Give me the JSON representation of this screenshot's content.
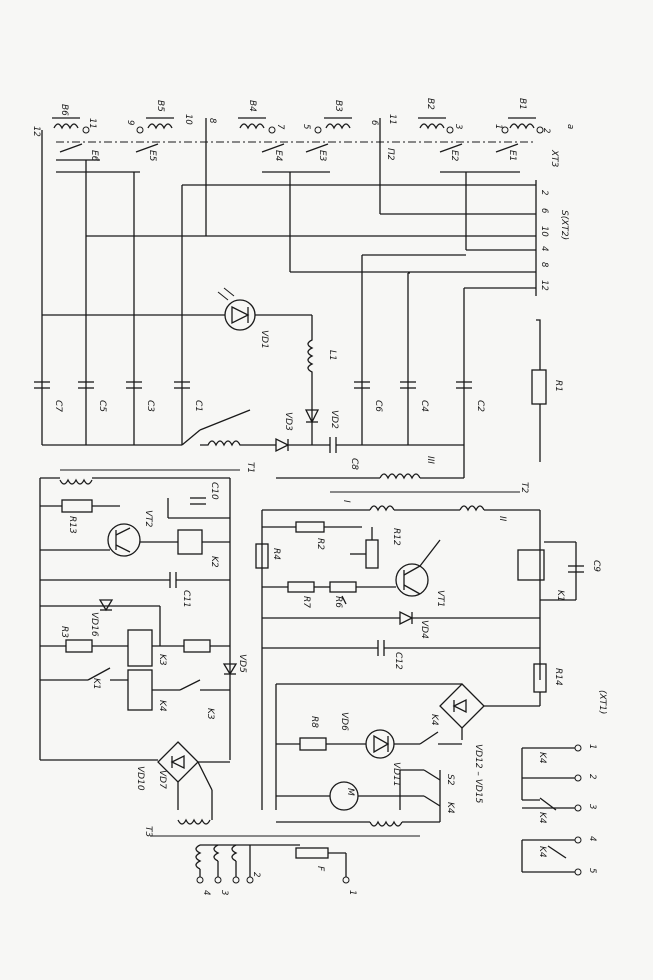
{
  "coils_top": [
    "В6",
    "В5",
    "В4",
    "В3",
    "В2",
    "В1"
  ],
  "pins_top": [
    "12",
    "11",
    "9",
    "10",
    "8",
    "7",
    "5",
    "6",
    "11",
    "3",
    "1",
    "2",
    "a"
  ],
  "sensors": [
    "E6",
    "E5",
    "E4",
    "E3",
    "E2",
    "E1"
  ],
  "p2": "П2",
  "xt3": "XT3",
  "xt2": "S(XT2)",
  "xt2_pins": [
    "2",
    "6",
    "10",
    "4",
    "8",
    "12"
  ],
  "caps_top": [
    "C7",
    "C5",
    "C3",
    "C1",
    "C6",
    "C4",
    "C2"
  ],
  "vd1": "VD1",
  "l1": "L1",
  "r1": "R1",
  "vd2": "VD2",
  "vd3": "VD3",
  "c8": "C8",
  "t1": "T1",
  "t2": "T2",
  "iii": "III",
  "ctrl_left": {
    "c10": "C10",
    "r13": "R13",
    "vt2": "VT2",
    "k2": "K2",
    "c11": "C11",
    "vd16": "VD16",
    "r3": "R3",
    "k3": "K3",
    "vd5": "VD5",
    "k1": "K1",
    "k4": "K4",
    "k3b": "K3",
    "vd7": "VD7",
    "vd10": "VD10",
    "t3": "T3"
  },
  "ctrl_right": {
    "i": "I",
    "ii": "II",
    "r2": "R2",
    "r4": "R4",
    "r12": "R12",
    "r7": "R7",
    "r6": "R6",
    "vt1": "VT1",
    "c9": "C9",
    "k1": "K1",
    "vd4": "VD4",
    "c12": "C12",
    "r14": "R14",
    "r8": "R8",
    "vd6": "VD6",
    "k4": "K4",
    "vd11": "VD11",
    "m": "M",
    "s2": "S2",
    "k4b": "K4",
    "vd12_15": "VD12 – VD15"
  },
  "xt1": {
    "title": "(XT1)",
    "pins": [
      "1",
      "2",
      "3",
      "4",
      "5"
    ],
    "contacts": [
      "K4",
      "K4",
      "K4"
    ]
  },
  "mains": {
    "fuse": "F",
    "pins": [
      "4",
      "3",
      "2",
      "1"
    ]
  }
}
